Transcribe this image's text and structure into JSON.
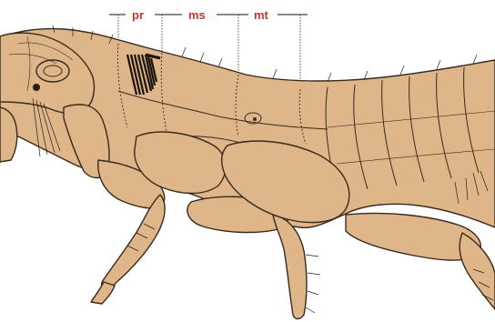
{
  "labels": {
    "pronotum": "pr",
    "mesonotum": "ms",
    "metanotum": "mt"
  },
  "colors": {
    "body": "#deb68a",
    "outline": "#3a2a1c",
    "label": "#c0392b"
  }
}
